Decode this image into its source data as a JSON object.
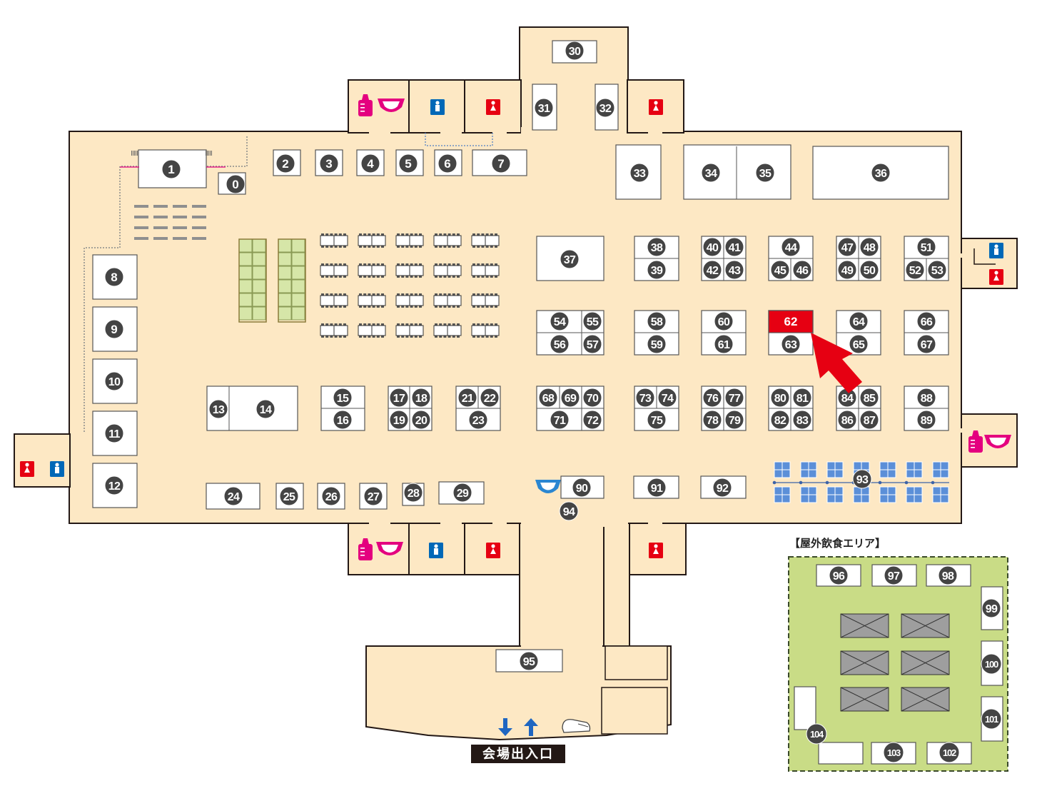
{
  "domain": "Map",
  "colors": {
    "floor": "#fde8c4",
    "wall": "#231815",
    "booth": "#ffffff",
    "badge": "#444444",
    "highlight_booth": "#e60012",
    "arrow": "#e60012",
    "outdoor_area": "#c9dc86",
    "men_icon_bg": "#0068b7",
    "women_icon_bg": "#e60012",
    "baby_icon": "#e4007f",
    "table_blue": "#5b8fd8",
    "tatami_green": "#d6e6a8",
    "tent_gray": "#9e9e9e"
  },
  "map": {
    "booths": [
      {
        "label": "0"
      },
      {
        "label": "1"
      },
      {
        "label": "2"
      },
      {
        "label": "3"
      },
      {
        "label": "4"
      },
      {
        "label": "5"
      },
      {
        "label": "6"
      },
      {
        "label": "7"
      },
      {
        "label": "8"
      },
      {
        "label": "9"
      },
      {
        "label": "10"
      },
      {
        "label": "11"
      },
      {
        "label": "12"
      },
      {
        "label": "13"
      },
      {
        "label": "14"
      },
      {
        "label": "15"
      },
      {
        "label": "16"
      },
      {
        "label": "17"
      },
      {
        "label": "18"
      },
      {
        "label": "19"
      },
      {
        "label": "20"
      },
      {
        "label": "21"
      },
      {
        "label": "22"
      },
      {
        "label": "23"
      },
      {
        "label": "24"
      },
      {
        "label": "25"
      },
      {
        "label": "26"
      },
      {
        "label": "27"
      },
      {
        "label": "28"
      },
      {
        "label": "29"
      },
      {
        "label": "30"
      },
      {
        "label": "31"
      },
      {
        "label": "32"
      },
      {
        "label": "33"
      },
      {
        "label": "34"
      },
      {
        "label": "35"
      },
      {
        "label": "36"
      },
      {
        "label": "37"
      },
      {
        "label": "38"
      },
      {
        "label": "39"
      },
      {
        "label": "40"
      },
      {
        "label": "41"
      },
      {
        "label": "42"
      },
      {
        "label": "43"
      },
      {
        "label": "44"
      },
      {
        "label": "45"
      },
      {
        "label": "46"
      },
      {
        "label": "47"
      },
      {
        "label": "48"
      },
      {
        "label": "49"
      },
      {
        "label": "50"
      },
      {
        "label": "51"
      },
      {
        "label": "52"
      },
      {
        "label": "53"
      },
      {
        "label": "54"
      },
      {
        "label": "55"
      },
      {
        "label": "56"
      },
      {
        "label": "57"
      },
      {
        "label": "58"
      },
      {
        "label": "59"
      },
      {
        "label": "60"
      },
      {
        "label": "61"
      },
      {
        "label": "62",
        "highlighted": true
      },
      {
        "label": "63"
      },
      {
        "label": "64"
      },
      {
        "label": "65"
      },
      {
        "label": "66"
      },
      {
        "label": "67"
      },
      {
        "label": "68"
      },
      {
        "label": "69"
      },
      {
        "label": "70"
      },
      {
        "label": "71"
      },
      {
        "label": "72"
      },
      {
        "label": "73"
      },
      {
        "label": "74"
      },
      {
        "label": "75"
      },
      {
        "label": "76"
      },
      {
        "label": "77"
      },
      {
        "label": "78"
      },
      {
        "label": "79"
      },
      {
        "label": "80"
      },
      {
        "label": "81"
      },
      {
        "label": "82"
      },
      {
        "label": "83"
      },
      {
        "label": "84"
      },
      {
        "label": "85"
      },
      {
        "label": "86"
      },
      {
        "label": "87"
      },
      {
        "label": "88"
      },
      {
        "label": "89"
      },
      {
        "label": "90"
      },
      {
        "label": "91"
      },
      {
        "label": "92"
      },
      {
        "label": "93"
      },
      {
        "label": "94"
      },
      {
        "label": "95"
      },
      {
        "label": "96"
      },
      {
        "label": "97"
      },
      {
        "label": "98"
      },
      {
        "label": "99"
      },
      {
        "label": "100"
      },
      {
        "label": "101"
      },
      {
        "label": "102"
      },
      {
        "label": "103"
      },
      {
        "label": "104"
      }
    ],
    "facilities": [
      {
        "icon": "baby-bottle-icon"
      },
      {
        "icon": "diaper-icon"
      },
      {
        "icon": "men-restroom-icon"
      },
      {
        "icon": "women-restroom-icon"
      },
      {
        "icon": "entrance-in-arrow-icon"
      },
      {
        "icon": "entrance-out-arrow-icon"
      },
      {
        "icon": "shoe-icon"
      }
    ],
    "outdoor_area_title": "【屋外飲食エリア】",
    "entrance_label": "会場出入口"
  }
}
